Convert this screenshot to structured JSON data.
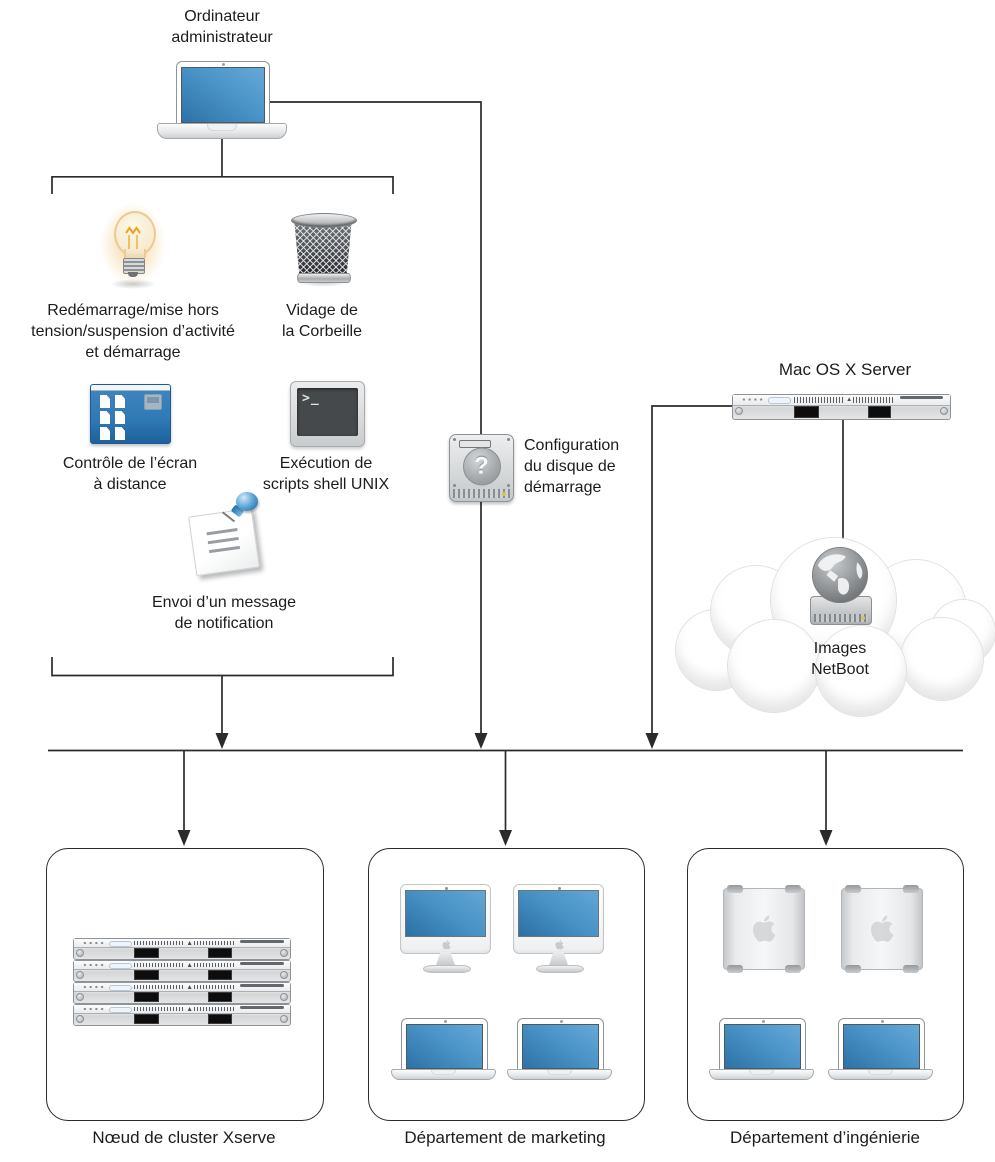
{
  "colors": {
    "line": "#2b2b2b",
    "screen_blue_light": "#66a9d8",
    "screen_blue_dark": "#2e72a7",
    "remote_icon_blue": "#2f79b4"
  },
  "admin": {
    "icon": "laptop-icon",
    "label": "Ordinateur\nadministrateur"
  },
  "tasks": [
    {
      "icon": "lightbulb-icon",
      "label": "Redémarrage/mise hors\ntension/suspension d’activité\net démarrage"
    },
    {
      "icon": "trash-icon",
      "label": "Vidage de\nla Corbeille"
    },
    {
      "icon": "remote-screen-icon",
      "label": "Contrôle de l’écran\nà distance"
    },
    {
      "icon": "terminal-icon",
      "label": "Exécution de\nscripts shell UNIX",
      "prompt": ">_"
    },
    {
      "icon": "note-pin-icon",
      "label": "Envoi d’un message\nde notification"
    }
  ],
  "startup_disk": {
    "icon": "hard-disk-question-icon",
    "glyph": "?",
    "label": "Configuration\ndu disque de\ndémarrage"
  },
  "server": {
    "icon": "xserve-icon",
    "label": "Mac OS X Server"
  },
  "netboot": {
    "icon": "globe-disk-icon",
    "label": "Images\nNetBoot"
  },
  "groups": [
    {
      "label": "Nœud de cluster Xserve",
      "device_icons": [
        "xserve-icon",
        "xserve-icon",
        "xserve-icon",
        "xserve-icon"
      ]
    },
    {
      "label": "Département de marketing",
      "device_icons": [
        "imac-icon",
        "imac-icon",
        "laptop-icon",
        "laptop-icon"
      ]
    },
    {
      "label": "Département d’ingénierie",
      "device_icons": [
        "powermac-icon",
        "powermac-icon",
        "laptop-icon",
        "laptop-icon"
      ]
    }
  ]
}
